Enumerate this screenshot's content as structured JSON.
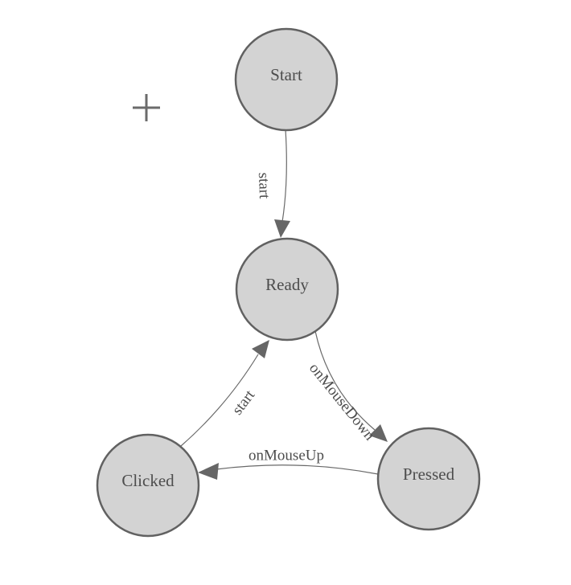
{
  "diagram": {
    "type": "state-machine",
    "nodes": [
      {
        "id": "start",
        "label": "Start"
      },
      {
        "id": "ready",
        "label": "Ready"
      },
      {
        "id": "clicked",
        "label": "Clicked"
      },
      {
        "id": "pressed",
        "label": "Pressed"
      }
    ],
    "edges": [
      {
        "from": "start",
        "to": "ready",
        "label": "start"
      },
      {
        "from": "clicked",
        "to": "ready",
        "label": "start"
      },
      {
        "from": "ready",
        "to": "pressed",
        "label": "onMouseDown"
      },
      {
        "from": "pressed",
        "to": "clicked",
        "label": "onMouseUp"
      }
    ],
    "icons": [
      {
        "name": "crosshair-plus",
        "glyph": "+"
      }
    ],
    "colors": {
      "background": "#ffffff",
      "node_fill": "#d3d3d3",
      "node_stroke": "#616161",
      "edge_stroke": "#696969",
      "arrow_fill": "#666666",
      "label_text": "#4d4d4d",
      "crosshair": "#6b6b6b"
    }
  }
}
